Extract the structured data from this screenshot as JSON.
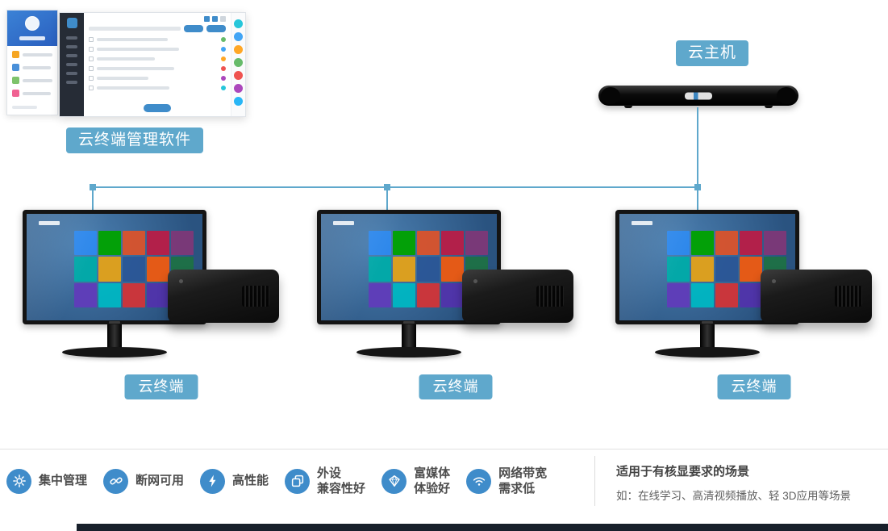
{
  "page": {
    "accent": "#5fa8cc",
    "icon_blue": "#3f8cca"
  },
  "software": {
    "label": "云终端管理软件"
  },
  "host": {
    "label": "云主机"
  },
  "terminals": [
    {
      "label": "云终端"
    },
    {
      "label": "云终端"
    },
    {
      "label": "云终端"
    }
  ],
  "features": [
    {
      "icon": "gear-icon",
      "lines": [
        "集中管理"
      ]
    },
    {
      "icon": "chain-link-icon",
      "lines": [
        "断网可用"
      ]
    },
    {
      "icon": "lightning-icon",
      "lines": [
        "高性能"
      ]
    },
    {
      "icon": "stacked-layers-icon",
      "lines": [
        "外设",
        "兼容性好"
      ]
    },
    {
      "icon": "diamond-icon",
      "lines": [
        "富媒体",
        "体验好"
      ]
    },
    {
      "icon": "wifi-icon",
      "lines": [
        "网络带宽",
        "需求低"
      ]
    }
  ],
  "scenario": {
    "title": "适用于有核显要求的场景",
    "description": "如：在线学习、高清视频播放、轻 3D应用等场景"
  }
}
